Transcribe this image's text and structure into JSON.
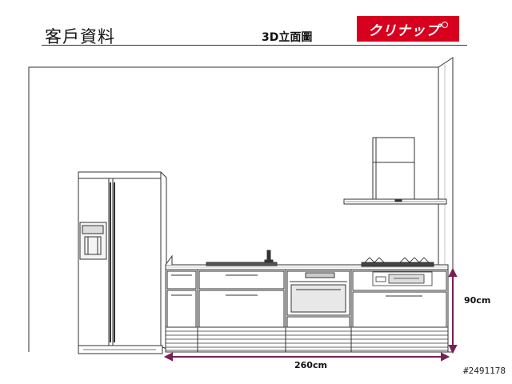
{
  "header": {
    "title": "客戶資料",
    "subtitle": "3D立面圖",
    "logo_text": "クリナップ"
  },
  "dimensions": {
    "width_label": "260cm",
    "height_label": "90cm"
  },
  "drawing_number": "#2491178",
  "colors": {
    "logo_red": "#d7001e",
    "dimension_purple": "#7a1f55",
    "line": "#333333"
  },
  "icons": [
    "refrigerator-icon",
    "range-hood-icon",
    "gas-hob-icon",
    "faucet-icon",
    "oven-icon"
  ]
}
